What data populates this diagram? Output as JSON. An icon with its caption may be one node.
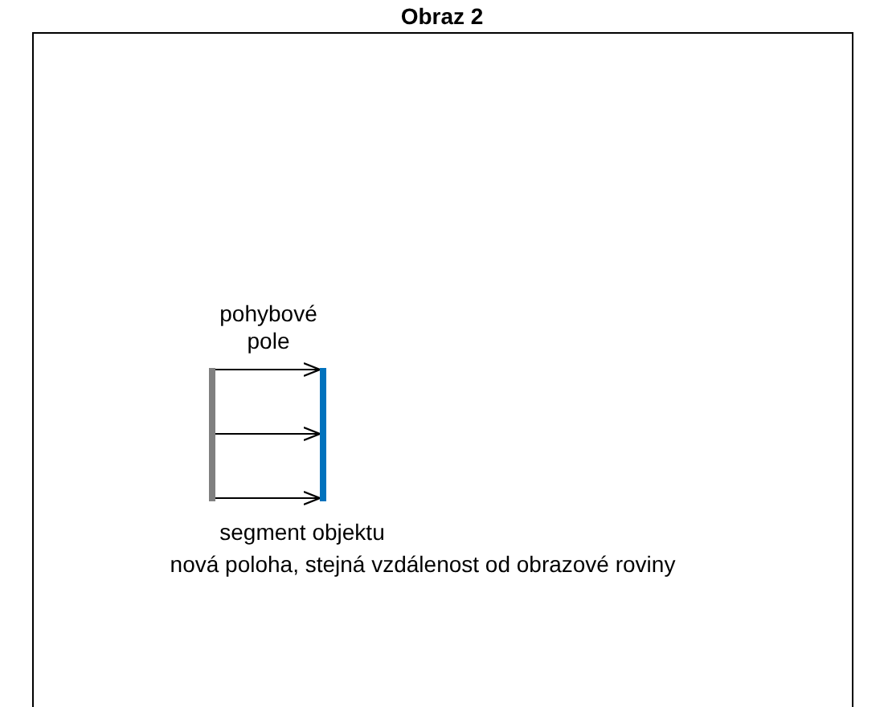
{
  "diagram": {
    "title": "Obraz 2",
    "nodes": [
      {
        "text": [],
        "shape": "bar"
      },
      {
        "text": [],
        "shape": "bar"
      }
    ],
    "edges": [
      {
        "from": 0,
        "to": 1,
        "arrow": "to"
      },
      {
        "from": 0,
        "to": 1,
        "arrow": "to"
      },
      {
        "from": 0,
        "to": 1,
        "arrow": "to"
      }
    ],
    "labels": [
      "pohybové pole",
      "segment objektu",
      "nová poloha, stejná vzdálenost od obrazové roviny"
    ]
  }
}
